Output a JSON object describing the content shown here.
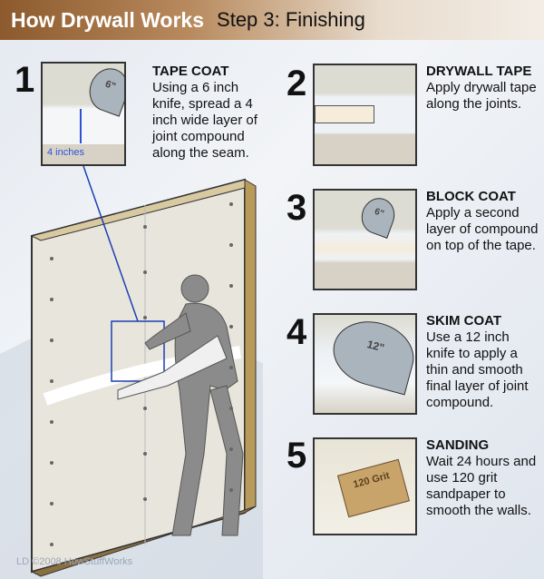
{
  "header": {
    "title": "How Drywall Works",
    "subtitle": "Step 3: Finishing"
  },
  "steps": [
    {
      "number": "1",
      "heading": "TAPE COAT",
      "body": "Using a 6 inch knife, spread a 4 inch wide layer of joint compound along the seam.",
      "knife_label": "6\"",
      "measure_label": "4 inches"
    },
    {
      "number": "2",
      "heading": "DRYWALL TAPE",
      "body": "Apply drywall tape along the joints."
    },
    {
      "number": "3",
      "heading": "BLOCK COAT",
      "body": "Apply a second layer of compound on top of the tape.",
      "knife_label": "6\""
    },
    {
      "number": "4",
      "heading": "SKIM COAT",
      "body": "Use a 12 inch knife to apply a thin and smooth final layer of joint compound.",
      "knife_label": "12\""
    },
    {
      "number": "5",
      "heading": "SANDING",
      "body": "Wait 24 hours and use 120 grit sandpaper to smooth the walls.",
      "sandpaper_label": "120 Grit"
    }
  ],
  "credit": "LD ©2008 HowStuffWorks"
}
